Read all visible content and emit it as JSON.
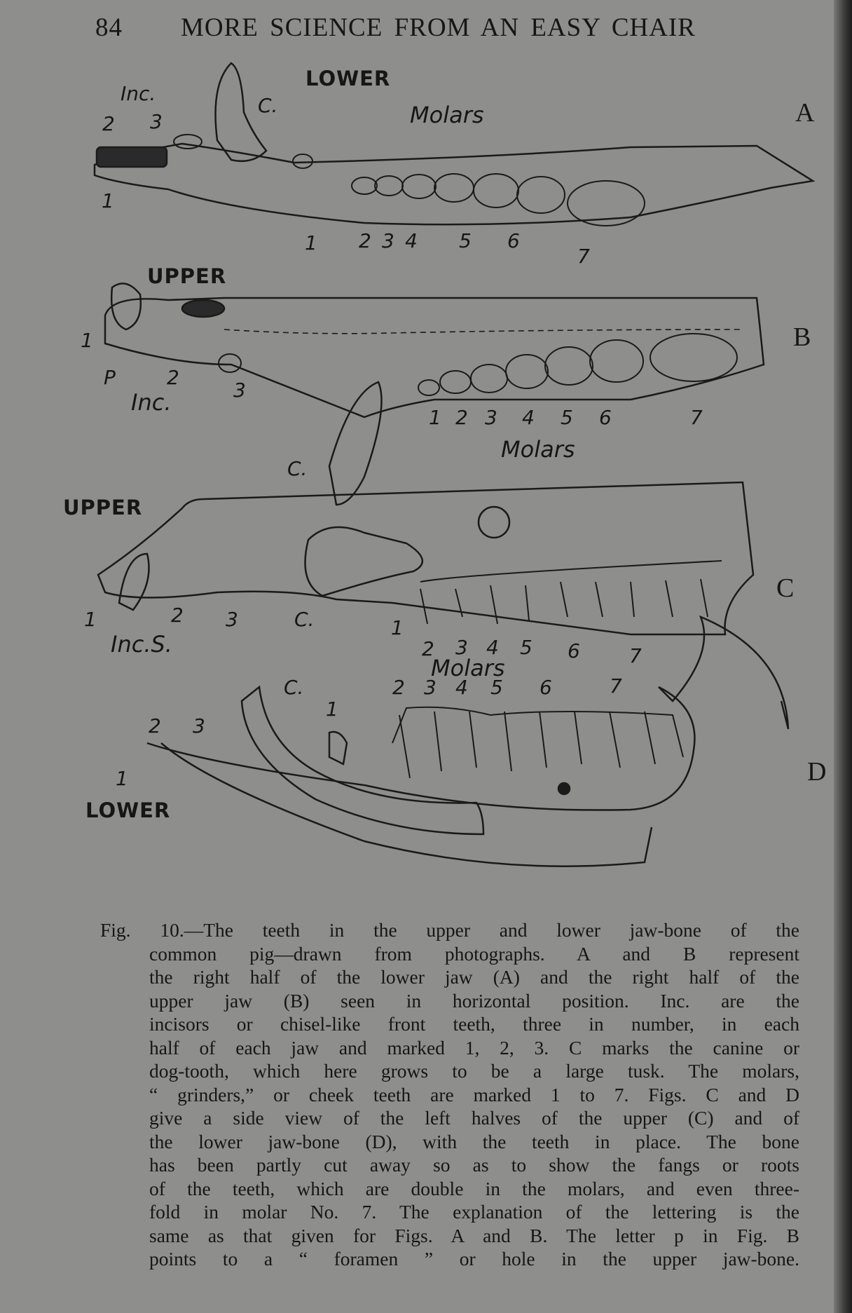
{
  "header": {
    "page_number": "84",
    "running_title": "MORE SCIENCE FROM AN EASY CHAIR"
  },
  "figure": {
    "panel_letters": [
      "A",
      "B",
      "C",
      "D"
    ],
    "captions_words": [
      "LOWER",
      "UPPER",
      "UPPER",
      "LOWER"
    ],
    "molars_word": "Molars",
    "labels_A": [
      "Inc.",
      "2",
      "3",
      "C.",
      "1",
      "1",
      "2",
      "3",
      "4",
      "5",
      "6",
      "7"
    ],
    "labels_B": [
      "1",
      "P",
      "2",
      "Inc.",
      "3",
      "1",
      "2",
      "3",
      "4",
      "5",
      "6",
      "7",
      "C."
    ],
    "labels_C": [
      "1",
      "2",
      "3",
      "Inc.S.",
      "C.",
      "1",
      "2",
      "3",
      "4",
      "5",
      "6",
      "7"
    ],
    "labels_D": [
      "C.",
      "2",
      "3",
      "4",
      "5",
      "6",
      "7",
      "1",
      "2",
      "3",
      "1"
    ]
  },
  "caption": {
    "lines": [
      "Fig. 10.—The teeth in the upper and lower jaw-bone of the",
      "common pig—drawn from photographs. A and B represent",
      "the right half of the lower jaw (A) and the right half of the",
      "upper jaw (B) seen in horizontal position. Inc. are the",
      "incisors or chisel-like front teeth, three in number, in each",
      "half of each jaw and marked 1, 2, 3. C marks the canine or",
      "dog-tooth, which here grows to be a large tusk. The molars,",
      "“ grinders,” or cheek teeth are marked 1 to 7. Figs. C and D",
      "give a side view of the left halves of the upper (C) and of",
      "the lower jaw-bone (D), with the teeth in place. The bone",
      "has been partly cut away so as to show the fangs or roots",
      "of the teeth, which are double in the molars, and even three-",
      "fold in molar No. 7. The explanation of the lettering is the",
      "same as that given for Figs. A and B. The letter p in Fig. B",
      "points to a “ foramen ” or hole in the upper jaw-bone."
    ]
  }
}
